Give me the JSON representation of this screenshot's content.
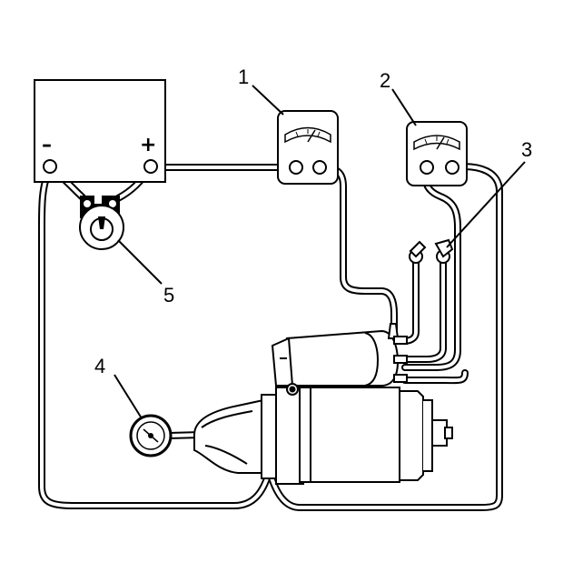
{
  "battery": {
    "neg_label": "–",
    "pos_label": "+"
  },
  "callouts": [
    "1",
    "2",
    "3",
    "4",
    "5"
  ]
}
